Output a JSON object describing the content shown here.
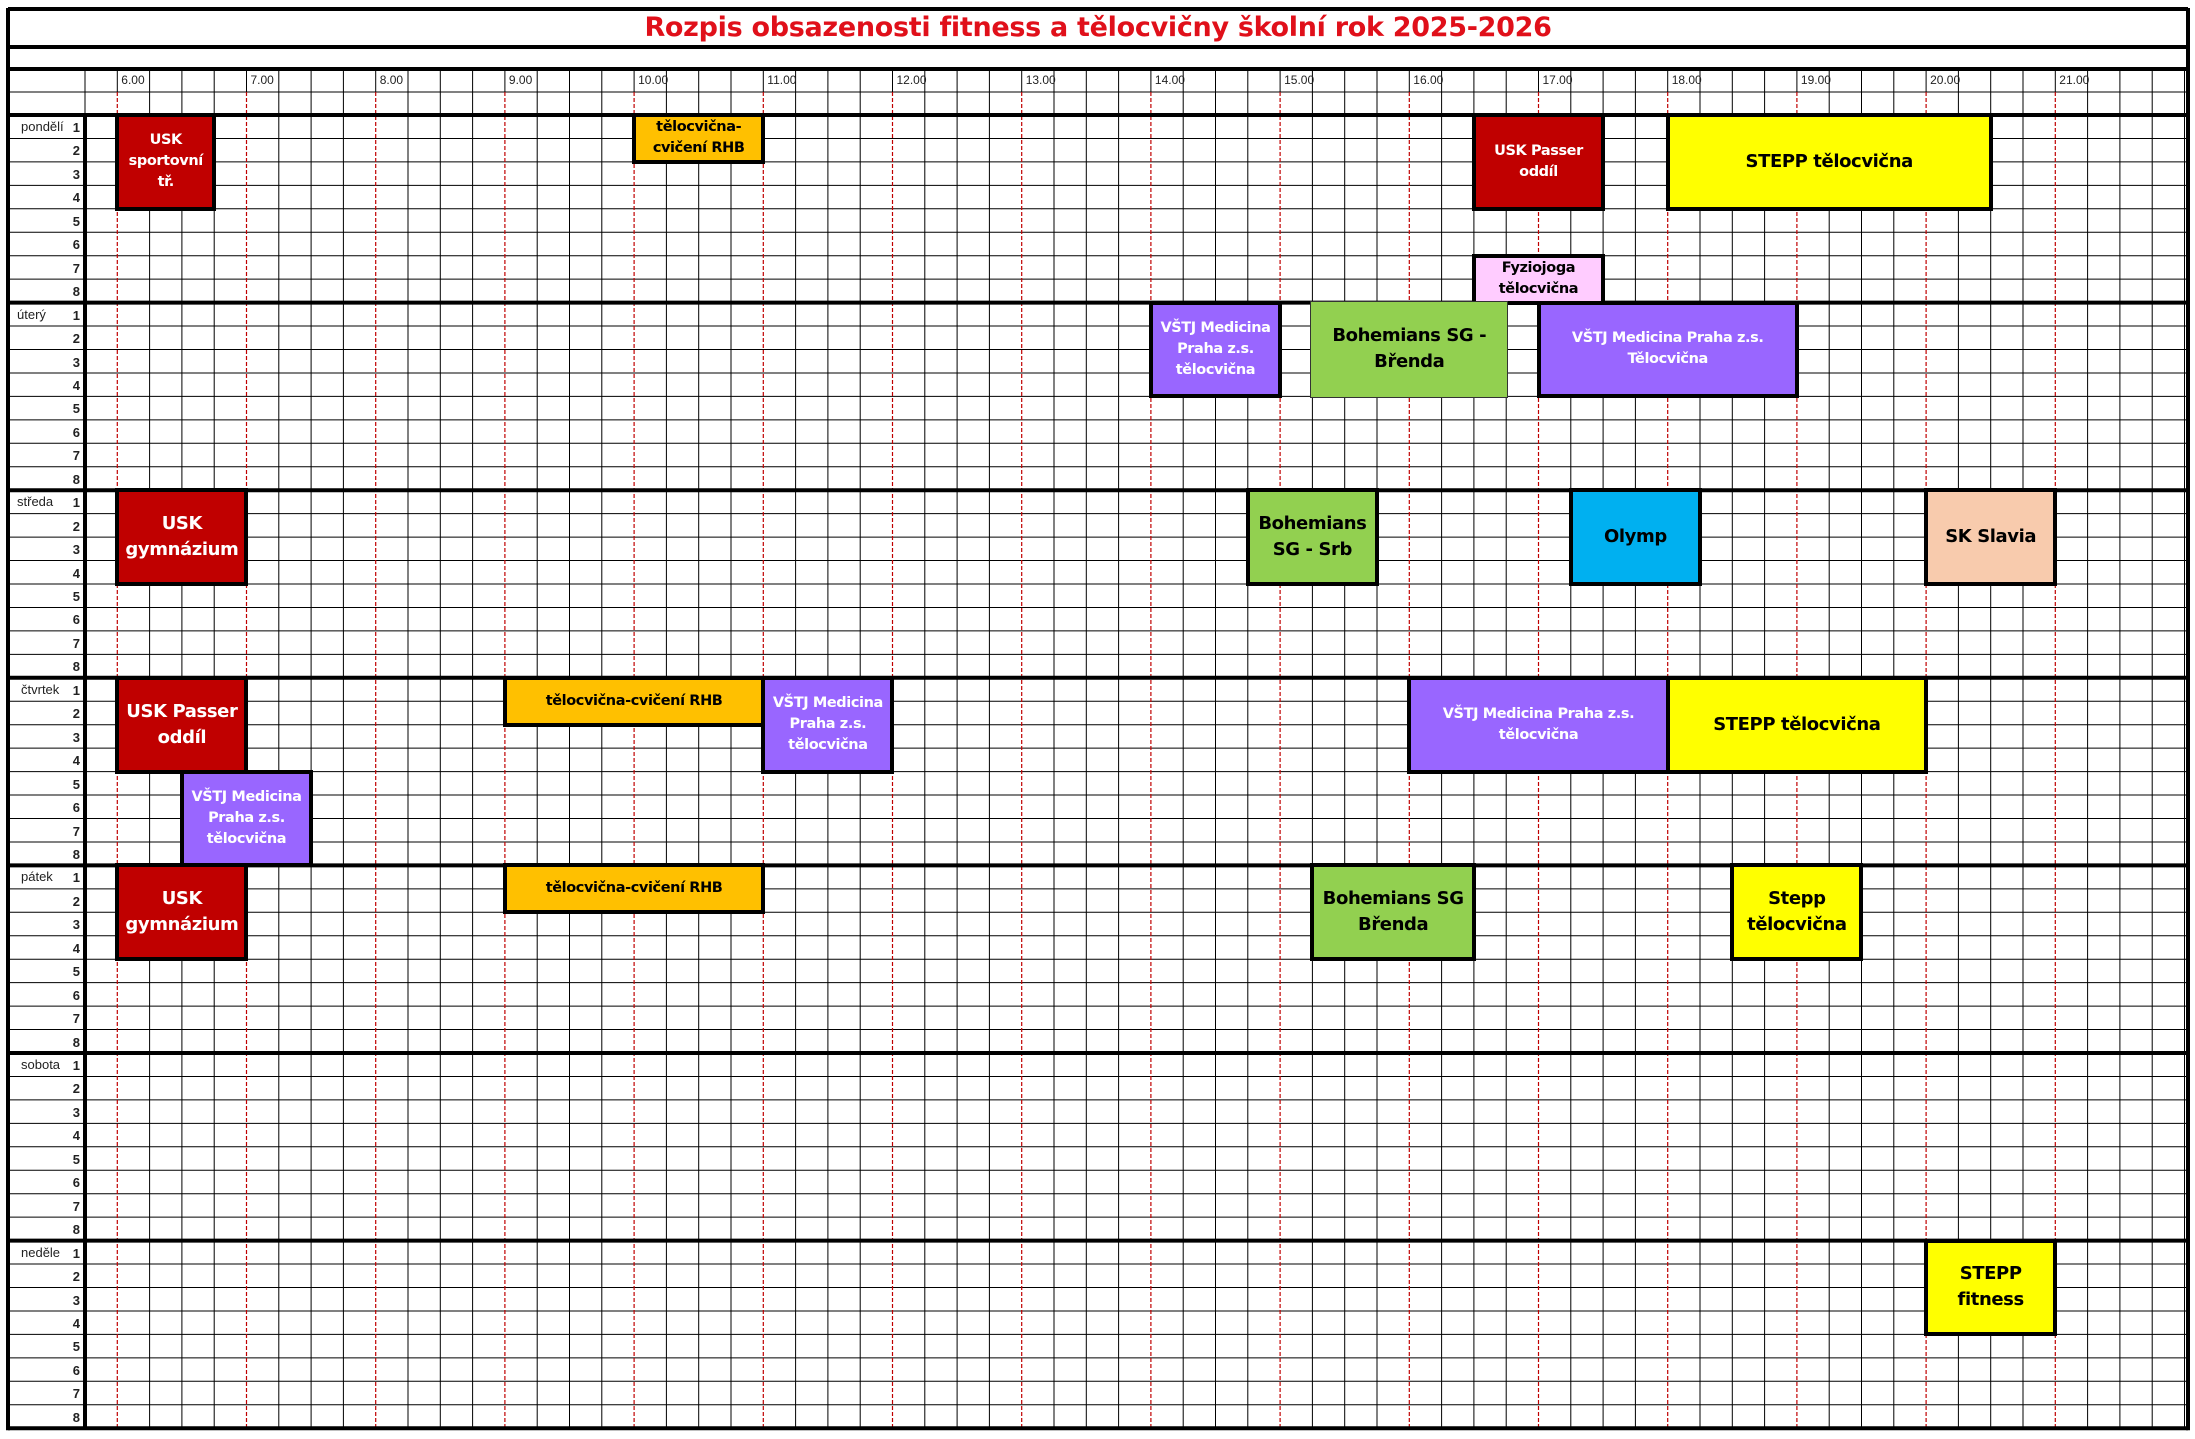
{
  "title": "Rozpis obsazenosti fitness a tělocvičny školní rok 2025-2026",
  "hours": [
    "6.00",
    "7.00",
    "8.00",
    "9.00",
    "10.00",
    "11.00",
    "12.00",
    "13.00",
    "14.00",
    "15.00",
    "16.00",
    "17.00",
    "18.00",
    "19.00",
    "20.00",
    "21.00"
  ],
  "days": [
    "pondělí",
    "úterý",
    "středa",
    "čtvrtek",
    "pátek",
    "sobota",
    "neděle"
  ],
  "slots": [
    "1",
    "2",
    "3",
    "4",
    "5",
    "6",
    "7",
    "8"
  ],
  "colors": {
    "red": "#C00000",
    "orange": "#FFC000",
    "yellow": "#FFFF00",
    "pink": "#FFCCFF",
    "purple": "#9966FF",
    "green": "#92D050",
    "blue": "#00B0F0",
    "peach": "#F8CBAD",
    "dashed": "#c00000"
  },
  "bookings": [
    {
      "day": 0,
      "start": 6.0,
      "end": 6.75,
      "slot_from": 1,
      "slot_to": 4,
      "color": "red",
      "text": "USK\nsportovní\ntř."
    },
    {
      "day": 0,
      "start": 10.0,
      "end": 11.0,
      "slot_from": 1,
      "slot_to": 2,
      "color": "orange",
      "text": "tělocvična-\ncvičení RHB"
    },
    {
      "day": 0,
      "start": 16.5,
      "end": 17.5,
      "slot_from": 1,
      "slot_to": 4,
      "color": "red",
      "text": "USK Passer\noddíl"
    },
    {
      "day": 0,
      "start": 18.0,
      "end": 20.5,
      "slot_from": 1,
      "slot_to": 4,
      "color": "yellow",
      "text": "STEPP  tělocvična"
    },
    {
      "day": 0,
      "start": 16.5,
      "end": 17.5,
      "slot_from": 7,
      "slot_to": 8,
      "color": "pink",
      "text": "Fyziojoga\ntělocvična"
    },
    {
      "day": 1,
      "start": 14.0,
      "end": 15.0,
      "slot_from": 1,
      "slot_to": 4,
      "color": "purple",
      "text": "VŠTJ Medicina\nPraha z.s.\ntělocvična"
    },
    {
      "day": 1,
      "start": 15.25,
      "end": 16.75,
      "slot_from": 1,
      "slot_to": 4,
      "color": "green",
      "text": "Bohemians SG -\nBřenda",
      "thin": true
    },
    {
      "day": 1,
      "start": 17.0,
      "end": 19.0,
      "slot_from": 1,
      "slot_to": 4,
      "color": "purple",
      "text": "VŠTJ Medicina Praha z.s.\nTělocvična"
    },
    {
      "day": 2,
      "start": 6.0,
      "end": 7.0,
      "slot_from": 1,
      "slot_to": 4,
      "color": "red",
      "text": "USK\ngymnázium"
    },
    {
      "day": 2,
      "start": 14.75,
      "end": 15.75,
      "slot_from": 1,
      "slot_to": 4,
      "color": "green",
      "text": "Bohemians\nSG - Srb"
    },
    {
      "day": 2,
      "start": 17.25,
      "end": 18.25,
      "slot_from": 1,
      "slot_to": 4,
      "color": "blue",
      "text": "Olymp"
    },
    {
      "day": 2,
      "start": 20.0,
      "end": 21.0,
      "slot_from": 1,
      "slot_to": 4,
      "color": "peach",
      "text": "SK Slavia"
    },
    {
      "day": 3,
      "start": 6.0,
      "end": 7.0,
      "slot_from": 1,
      "slot_to": 4,
      "color": "red",
      "text": "USK Passer\noddíl"
    },
    {
      "day": 3,
      "start": 9.0,
      "end": 11.0,
      "slot_from": 1,
      "slot_to": 2,
      "color": "orange",
      "text": "tělocvična-cvičení RHB"
    },
    {
      "day": 3,
      "start": 11.0,
      "end": 12.0,
      "slot_from": 1,
      "slot_to": 4,
      "color": "purple",
      "text": "VŠTJ Medicina\nPraha z.s.\ntělocvična"
    },
    {
      "day": 3,
      "start": 16.0,
      "end": 18.0,
      "slot_from": 1,
      "slot_to": 4,
      "color": "purple",
      "text": "VŠTJ Medicina Praha z.s.\ntělocvična"
    },
    {
      "day": 3,
      "start": 18.0,
      "end": 20.0,
      "slot_from": 1,
      "slot_to": 4,
      "color": "yellow",
      "text": "STEPP tělocvična"
    },
    {
      "day": 3,
      "start": 6.5,
      "end": 7.5,
      "slot_from": 5,
      "slot_to": 8,
      "color": "purple",
      "text": "VŠTJ Medicina\nPraha z.s.\ntělocvična"
    },
    {
      "day": 4,
      "start": 6.0,
      "end": 7.0,
      "slot_from": 1,
      "slot_to": 4,
      "color": "red",
      "text": "USK\ngymnázium"
    },
    {
      "day": 4,
      "start": 9.0,
      "end": 11.0,
      "slot_from": 1,
      "slot_to": 2,
      "color": "orange",
      "text": "tělocvična-cvičení RHB"
    },
    {
      "day": 4,
      "start": 15.25,
      "end": 16.5,
      "slot_from": 1,
      "slot_to": 4,
      "color": "green",
      "text": "Bohemians SG\nBřenda"
    },
    {
      "day": 4,
      "start": 18.5,
      "end": 19.5,
      "slot_from": 1,
      "slot_to": 4,
      "color": "yellow",
      "text": "Stepp\ntělocvična"
    },
    {
      "day": 6,
      "start": 20.0,
      "end": 21.0,
      "slot_from": 1,
      "slot_to": 4,
      "color": "yellow",
      "text": "STEPP fitness"
    }
  ]
}
